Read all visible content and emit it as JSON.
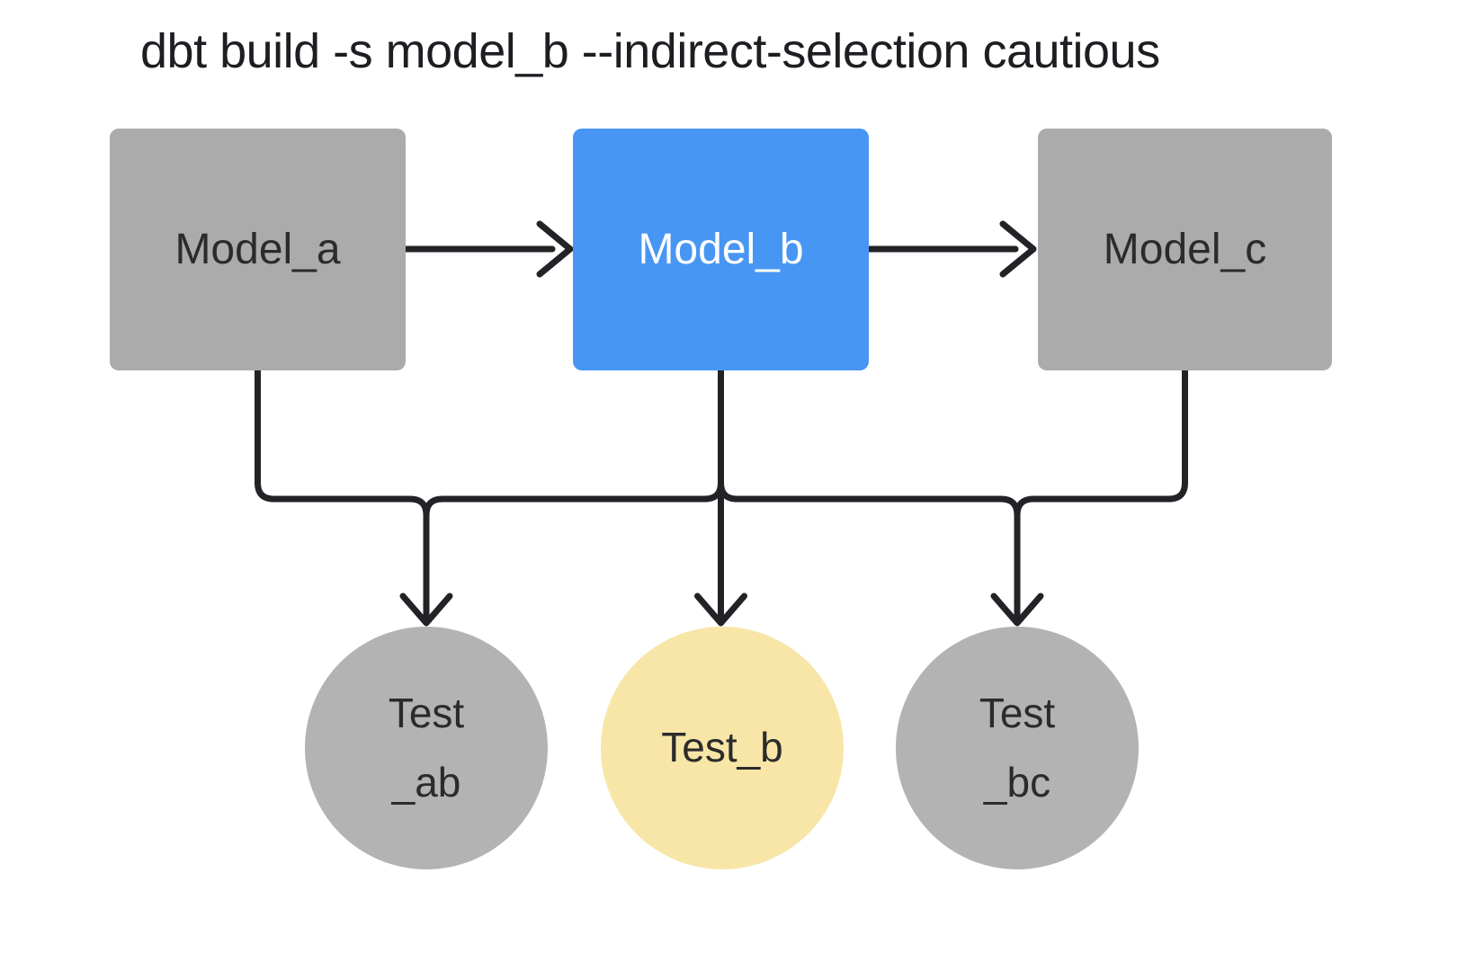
{
  "title": "dbt build -s model_b --indirect-selection cautious",
  "diagram": {
    "models": [
      {
        "id": "model_a",
        "label": "Model_a",
        "selected": false
      },
      {
        "id": "model_b",
        "label": "Model_b",
        "selected": true
      },
      {
        "id": "model_c",
        "label": "Model_c",
        "selected": false
      }
    ],
    "tests": [
      {
        "id": "test_ab",
        "label_lines": [
          "Test",
          "_ab"
        ],
        "selected": false
      },
      {
        "id": "test_b",
        "label_lines": [
          "Test_b"
        ],
        "selected": true
      },
      {
        "id": "test_bc",
        "label_lines": [
          "Test",
          "_bc"
        ],
        "selected": false
      }
    ],
    "edges": [
      {
        "from": "model_a",
        "to": "model_b"
      },
      {
        "from": "model_b",
        "to": "model_c"
      },
      {
        "from": "model_a",
        "to": "test_ab"
      },
      {
        "from": "model_b",
        "to": "test_ab"
      },
      {
        "from": "model_b",
        "to": "test_b"
      },
      {
        "from": "model_b",
        "to": "test_bc"
      },
      {
        "from": "model_c",
        "to": "test_bc"
      }
    ]
  },
  "colors": {
    "background": "#ffffff",
    "title_text": "#1c1e22",
    "edge_stroke": "#232227",
    "model_fill": "#ababab",
    "model_text": "#2b2b2b",
    "selected_model_fill": "#4896f3",
    "selected_model_text": "#ffffff",
    "test_fill": "#b3b3b3",
    "selected_test_fill": "#f8e6a8",
    "test_text": "#2b2b2b"
  }
}
